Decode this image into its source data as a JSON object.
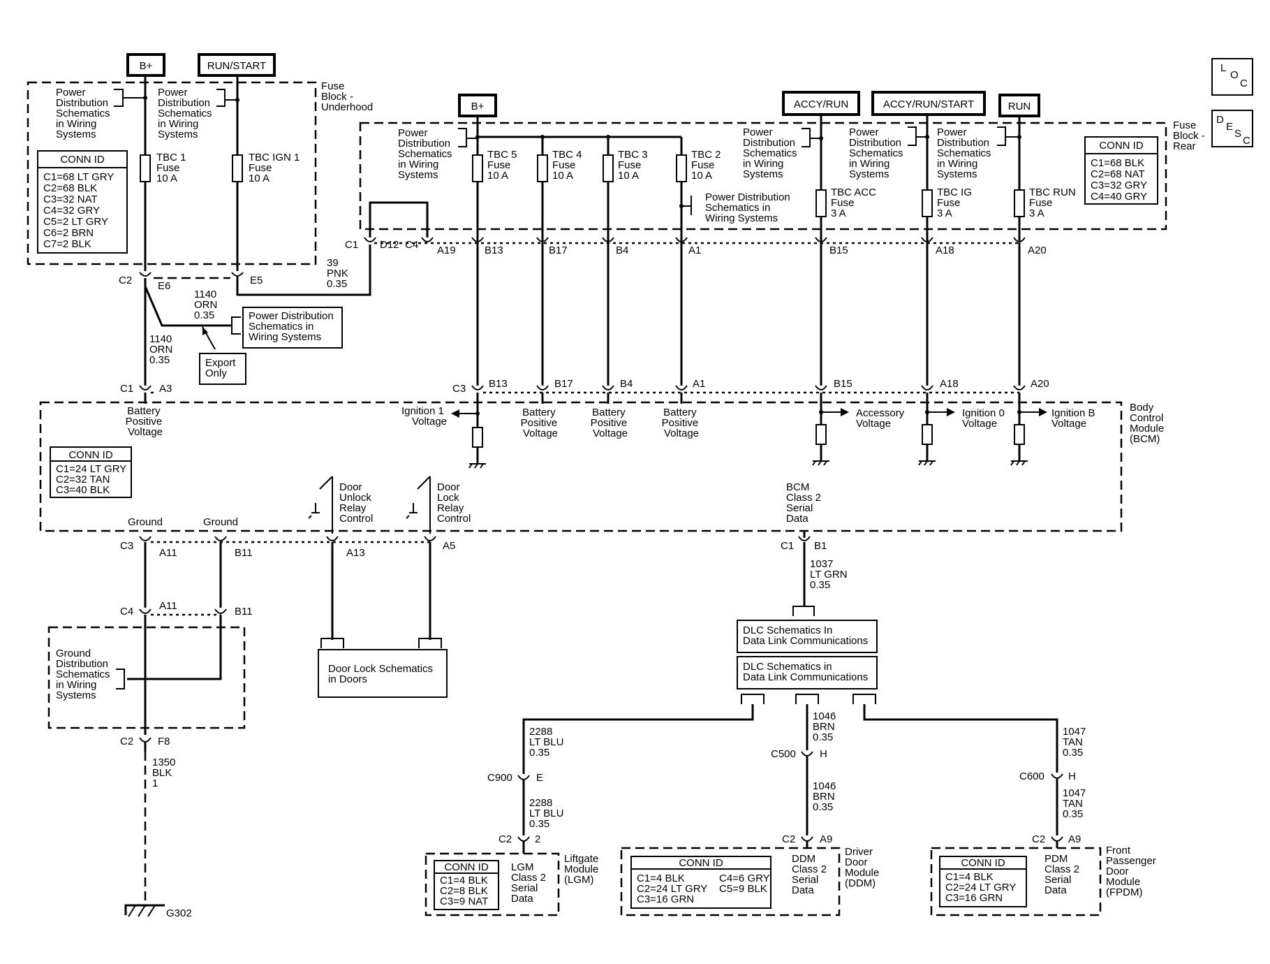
{
  "sources": [
    {
      "id": "bplus_top",
      "label": "B+"
    },
    {
      "id": "runstart",
      "label": "RUN/START"
    },
    {
      "id": "bplus_rear",
      "label": "B+"
    },
    {
      "id": "accyrun",
      "label": "ACCY/RUN"
    },
    {
      "id": "accyrunstart",
      "label": "ACCY/RUN/START"
    },
    {
      "id": "run",
      "label": "RUN"
    }
  ],
  "corner_icons": [
    {
      "id": "loc",
      "letters": [
        "L",
        "O",
        "C"
      ]
    },
    {
      "id": "desc",
      "letters": [
        "D",
        "E",
        "S",
        "C"
      ]
    }
  ],
  "fuse_blocks": {
    "underhood": {
      "label": [
        "Fuse",
        "Block -",
        "Underhood"
      ]
    },
    "rear": {
      "label": [
        "Fuse",
        "Block -",
        "Rear"
      ]
    }
  },
  "fuses": [
    {
      "id": "tbc1",
      "label": [
        "TBC 1",
        "Fuse",
        "10 A"
      ]
    },
    {
      "id": "tbcign1",
      "label": [
        "TBC IGN 1",
        "Fuse",
        "10 A"
      ]
    },
    {
      "id": "tbc5",
      "label": [
        "TBC 5",
        "Fuse",
        "10 A"
      ]
    },
    {
      "id": "tbc4",
      "label": [
        "TBC 4",
        "Fuse",
        "10 A"
      ]
    },
    {
      "id": "tbc3",
      "label": [
        "TBC 3",
        "Fuse",
        "10 A"
      ]
    },
    {
      "id": "tbc2",
      "label": [
        "TBC 2",
        "Fuse",
        "10 A"
      ]
    },
    {
      "id": "tbcacc",
      "label": [
        "TBC ACC",
        "Fuse",
        "3 A"
      ]
    },
    {
      "id": "tbcig",
      "label": [
        "TBC IG",
        "Fuse",
        "3 A"
      ]
    },
    {
      "id": "tbcrun",
      "label": [
        "TBC RUN",
        "Fuse",
        "3 A"
      ]
    }
  ],
  "references": [
    {
      "id": "pd1",
      "lines": [
        "Power",
        "Distribution",
        "Schematics",
        "in Wiring",
        "Systems"
      ]
    },
    {
      "id": "pd2",
      "lines": [
        "Power",
        "Distribution",
        "Schematics",
        "in Wiring",
        "Systems"
      ]
    },
    {
      "id": "pd3",
      "lines": [
        "Power",
        "Distribution",
        "Schematics",
        "in Wiring",
        "Systems"
      ]
    },
    {
      "id": "pd4",
      "lines": [
        "Power Distribution",
        "Schematics in",
        "Wiring Systems"
      ]
    },
    {
      "id": "pd5",
      "lines": [
        "Power",
        "Distribution",
        "Schematics",
        "in Wiring",
        "Systems"
      ]
    },
    {
      "id": "pd6",
      "lines": [
        "Power",
        "Distribution",
        "Schematics",
        "in Wiring",
        "Systems"
      ]
    },
    {
      "id": "pd7",
      "lines": [
        "Power",
        "Distribution",
        "Schematics",
        "in Wiring",
        "Systems"
      ]
    },
    {
      "id": "pd8",
      "lines": [
        "Power Distribution",
        "Schematics in",
        "Wiring Systems"
      ]
    },
    {
      "id": "export",
      "lines": [
        "Export",
        "Only"
      ]
    },
    {
      "id": "gnd",
      "lines": [
        "Ground",
        "Distribution",
        "Schematics",
        "in Wiring",
        "Systems"
      ]
    },
    {
      "id": "doorlock",
      "lines": [
        "Door Lock Schematics",
        "in Doors"
      ]
    },
    {
      "id": "dlc1",
      "lines": [
        "DLC Schematics In",
        "Data Link Communications"
      ]
    },
    {
      "id": "dlc2",
      "lines": [
        "DLC Schematics in",
        "Data Link Communications"
      ]
    }
  ],
  "conn_tables": [
    {
      "id": "underhood",
      "title": "CONN ID",
      "rows": [
        "C1=68 LT GRY",
        "C2=68 BLK",
        "C3=32 NAT",
        "C4=32 GRY",
        "C5=2 LT GRY",
        "C6=2 BRN",
        "C7=2 BLK"
      ]
    },
    {
      "id": "rear",
      "title": "CONN ID",
      "rows": [
        "C1=68 BLK",
        "C2=68 NAT",
        "C3=32 GRY",
        "C4=40 GRY"
      ]
    },
    {
      "id": "bcm",
      "title": "CONN ID",
      "rows": [
        "C1=24 LT GRY",
        "C2=32 TAN",
        "C3=40 BLK"
      ]
    },
    {
      "id": "lgm",
      "title": "CONN ID",
      "rows": [
        "C1=4 BLK",
        "C2=8 BLK",
        "C3=9 NAT"
      ]
    },
    {
      "id": "ddm",
      "title": "CONN ID",
      "rows": [
        "C1=4 BLK",
        "C4=6 GRY",
        "C2=24 LT GRY",
        "C5=9 BLK",
        "C3=16 GRN"
      ]
    },
    {
      "id": "pdm",
      "title": "CONN ID",
      "rows": [
        "C1=4 BLK",
        "C2=24 LT GRY",
        "C3=16 GRN"
      ]
    }
  ],
  "connector_labels": [
    "C2",
    "E6",
    "E5",
    "C1",
    "D12",
    "C4",
    "A19",
    "B13",
    "B17",
    "B4",
    "A1",
    "B15",
    "A18",
    "A20",
    "C1",
    "A3",
    "C3",
    "B13",
    "B17",
    "B4",
    "A1",
    "B15",
    "A18",
    "A20",
    "C3",
    "A11",
    "B11",
    "A13",
    "A5",
    "C1",
    "B1",
    "C4",
    "A11",
    "B11",
    "C2",
    "F8",
    "C900",
    "E",
    "C2",
    "2",
    "C500",
    "H",
    "C2",
    "A9",
    "C600",
    "H",
    "C2",
    "A9"
  ],
  "wires": [
    {
      "id": "w39",
      "lines": [
        "39",
        "PNK",
        "0.35"
      ]
    },
    {
      "id": "w1140a",
      "lines": [
        "1140",
        "ORN",
        "0.35"
      ]
    },
    {
      "id": "w1140b",
      "lines": [
        "1140",
        "ORN",
        "0.35"
      ]
    },
    {
      "id": "w1037",
      "lines": [
        "1037",
        "LT GRN",
        "0.35"
      ]
    },
    {
      "id": "w1350",
      "lines": [
        "1350",
        "BLK",
        "1"
      ]
    },
    {
      "id": "w2288a",
      "lines": [
        "2288",
        "LT BLU",
        "0.35"
      ]
    },
    {
      "id": "w2288b",
      "lines": [
        "2288",
        "LT BLU",
        "0.35"
      ]
    },
    {
      "id": "w1046a",
      "lines": [
        "1046",
        "BRN",
        "0.35"
      ]
    },
    {
      "id": "w1046b",
      "lines": [
        "1046",
        "BRN",
        "0.35"
      ]
    },
    {
      "id": "w1047a",
      "lines": [
        "1047",
        "TAN",
        "0.35"
      ]
    },
    {
      "id": "w1047b",
      "lines": [
        "1047",
        "TAN",
        "0.35"
      ]
    }
  ],
  "bcm": {
    "name": [
      "Body",
      "Control",
      "Module",
      "(BCM)"
    ],
    "inputs": [
      {
        "id": "bpv1",
        "lines": [
          "Battery",
          "Positive",
          "Voltage"
        ]
      },
      {
        "id": "ign1",
        "lines": [
          "Ignition 1",
          "Voltage"
        ]
      },
      {
        "id": "bpv2",
        "lines": [
          "Battery",
          "Positive",
          "Voltage"
        ]
      },
      {
        "id": "bpv3",
        "lines": [
          "Battery",
          "Positive",
          "Voltage"
        ]
      },
      {
        "id": "bpv4",
        "lines": [
          "Battery",
          "Positive",
          "Voltage"
        ]
      },
      {
        "id": "acc",
        "lines": [
          "Accessory",
          "Voltage"
        ]
      },
      {
        "id": "ign0",
        "lines": [
          "Ignition 0",
          "Voltage"
        ]
      },
      {
        "id": "ignb",
        "lines": [
          "Ignition B",
          "Voltage"
        ]
      }
    ],
    "outputs": [
      {
        "id": "gnd1",
        "lines": [
          "Ground"
        ]
      },
      {
        "id": "gnd2",
        "lines": [
          "Ground"
        ]
      },
      {
        "id": "unlock",
        "lines": [
          "Door",
          "Unlock",
          "Relay",
          "Control"
        ]
      },
      {
        "id": "lock",
        "lines": [
          "Door",
          "Lock",
          "Relay",
          "Control"
        ]
      },
      {
        "id": "class2",
        "lines": [
          "BCM",
          "Class 2",
          "Serial",
          "Data"
        ]
      }
    ]
  },
  "modules": [
    {
      "id": "lgm",
      "signal": [
        "LGM",
        "Class 2",
        "Serial",
        "Data"
      ],
      "name": [
        "Liftgate",
        "Module",
        "(LGM)"
      ]
    },
    {
      "id": "ddm",
      "signal": [
        "DDM",
        "Class 2",
        "Serial",
        "Data"
      ],
      "name": [
        "Driver",
        "Door",
        "Module",
        "(DDM)"
      ]
    },
    {
      "id": "pdm",
      "signal": [
        "PDM",
        "Class 2",
        "Serial",
        "Data"
      ],
      "name": [
        "Front",
        "Passenger",
        "Door",
        "Module",
        "(FPDM)"
      ]
    }
  ],
  "ground_label": "G302"
}
